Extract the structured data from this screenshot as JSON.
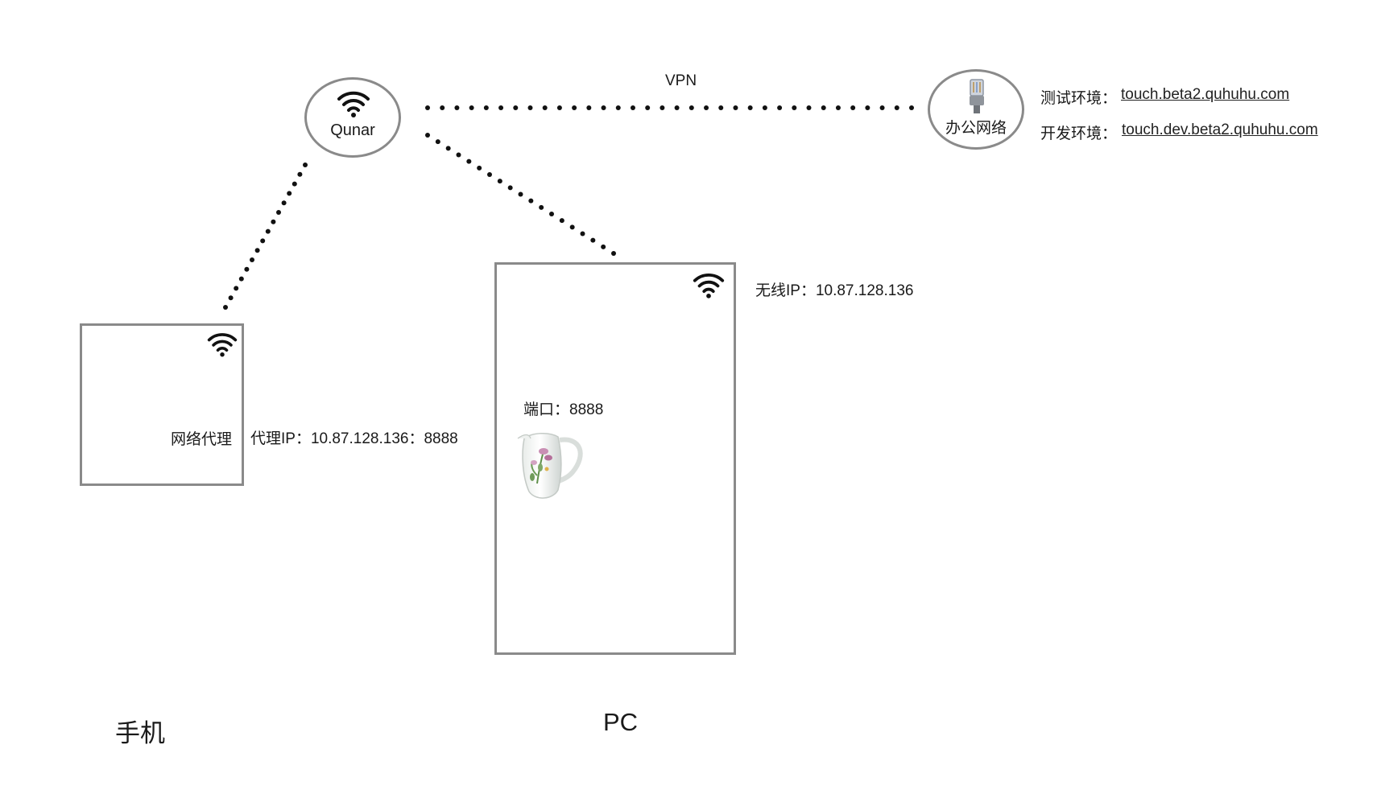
{
  "vpn_label": "VPN",
  "qunar": {
    "label": "Qunar"
  },
  "office": {
    "label": "办公网络",
    "test_env_label": "测试环境：",
    "test_env_url": "touch.beta2.quhuhu.com",
    "dev_env_label": "开发环境：",
    "dev_env_url": "touch.dev.beta2.quhuhu.com"
  },
  "phone": {
    "inner_label": "网络代理",
    "proxy_label": "代理IP：10.87.128.136：8888",
    "caption": "手机"
  },
  "pc": {
    "wifi_ip_label": "无线IP：10.87.128.136",
    "port_label": "端口：8888",
    "caption": "PC"
  },
  "colors": {
    "border": "#8a8a8a",
    "dots": "#111111",
    "text": "#1a1a1a"
  },
  "icons": [
    "wifi-icon",
    "ethernet-plug-icon",
    "teapot-image"
  ]
}
